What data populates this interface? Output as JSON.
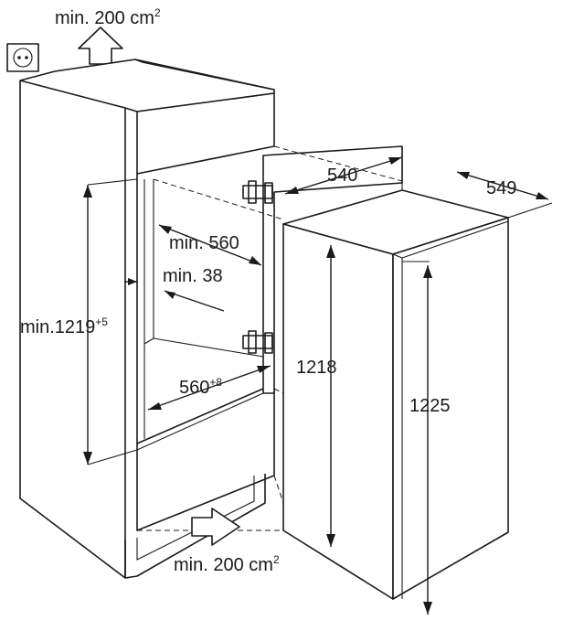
{
  "diagram": {
    "labels": {
      "top_vent": {
        "main": "min. 200 cm",
        "sup": "2"
      },
      "bottom_vent": {
        "main": "min. 200 cm",
        "sup": "2"
      },
      "niche_depth": {
        "main": "min. 560",
        "sup": ""
      },
      "door_gap": {
        "main": "min. 38",
        "sup": ""
      },
      "niche_height": {
        "main": "min.1219",
        "sup": "+5"
      },
      "niche_width": {
        "main": "560",
        "sup": "+8"
      },
      "appliance_width": {
        "main": "540",
        "sup": ""
      },
      "appliance_depth": {
        "main": "549",
        "sup": ""
      },
      "appliance_height": {
        "main": "1218",
        "sup": ""
      },
      "door_height": {
        "main": "1225",
        "sup": ""
      }
    },
    "colors": {
      "stroke": "#1a1a1a",
      "background": "#ffffff"
    },
    "icons": [
      "power-socket-icon",
      "airflow-up-arrow-icon",
      "airflow-in-arrow-icon"
    ]
  }
}
